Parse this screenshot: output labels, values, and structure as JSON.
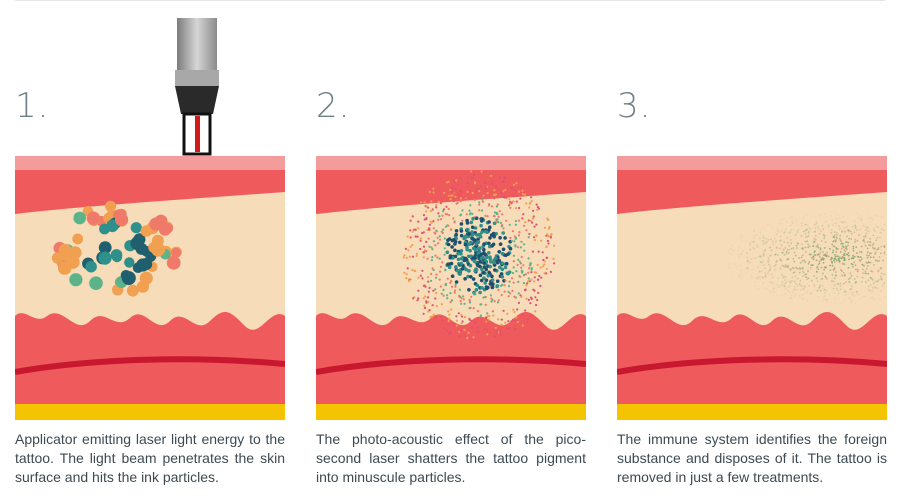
{
  "panels": [
    {
      "step": "1.",
      "caption": "Applicator emitting laser light energy to the tattoo. The light beam penetrates the skin surface and hits the ink particles."
    },
    {
      "step": "2.",
      "caption": "The photo-acoustic effect of the pico-second laser shatters the tattoo pigment into minuscule particles."
    },
    {
      "step": "3.",
      "caption": "The immune system identifies the foreign substance and disposes of it. The tattoo is removed in just a few treatments."
    }
  ],
  "colors": {
    "epidermis_top": "#f49c9c",
    "dermis_red": "#ef5a5c",
    "skin_tissue": "#f6dcb8",
    "vessel": "#c8182f",
    "fat_layer": "#f5c400",
    "teal_particle": "#2f8f8a",
    "green_particle": "#5bb38a",
    "orange_particle": "#f0a050",
    "text": "#3d4a52",
    "step_number": "#6e7f86"
  },
  "icons": [
    "laser-applicator-icon"
  ]
}
